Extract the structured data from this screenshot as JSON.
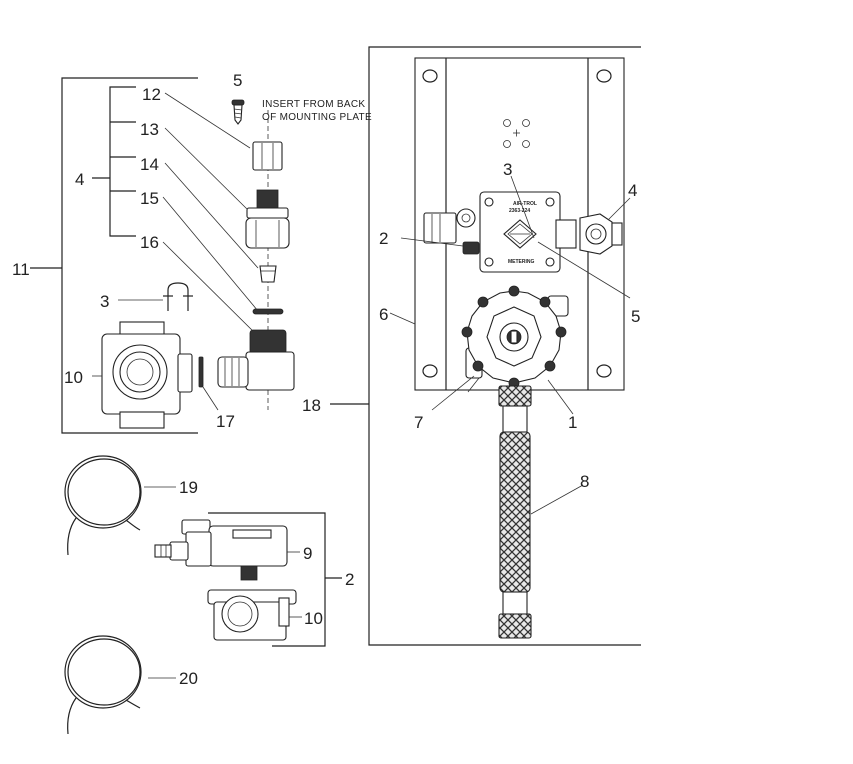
{
  "callouts": {
    "c5_top": "5",
    "c12": "12",
    "c13": "13",
    "c14": "14",
    "c15": "15",
    "c16": "16",
    "c4_left": "4",
    "c11": "11",
    "c3_left": "3",
    "c10_top": "10",
    "c17": "17",
    "c19": "19",
    "c9": "9",
    "c2_bottom": "2",
    "c10_bottom": "10",
    "c20": "20",
    "c18": "18",
    "c3_right": "3",
    "c2_right": "2",
    "c4_right": "4",
    "c6": "6",
    "c5_right": "5",
    "c7": "7",
    "c1": "1",
    "c8": "8"
  },
  "note": {
    "line1": "INSERT FROM BACK",
    "line2": "OF MOUNTING PLATE"
  },
  "valve_label": {
    "line1": "AIR-TROL",
    "line2": "2363-224",
    "line3": "METERING"
  }
}
